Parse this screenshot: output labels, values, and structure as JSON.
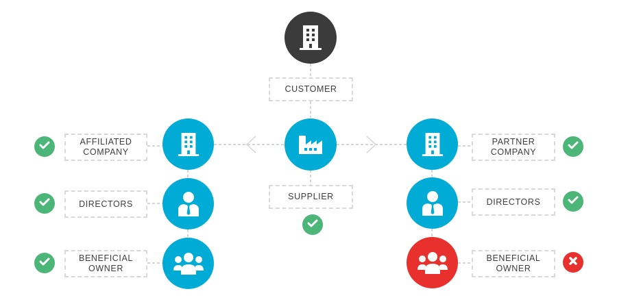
{
  "colors": {
    "customer_node": "#3b3b3b",
    "entity_node": "#00acd6",
    "failed_node": "#e8302d",
    "check_badge": "#4cb679",
    "fail_badge": "#e8302d",
    "connector": "#d5d5d5"
  },
  "center": {
    "customer": {
      "label": "CUSTOMER",
      "icon": "building-icon"
    },
    "supplier": {
      "label": "SUPPLIER",
      "icon": "factory-icon",
      "status": "verified"
    }
  },
  "left": {
    "rows": [
      {
        "label_line1": "AFFILIATED",
        "label_line2": "COMPANY",
        "icon": "building-icon",
        "status": "verified"
      },
      {
        "label_line1": "DIRECTORS",
        "label_line2": "",
        "icon": "director-icon",
        "status": "verified"
      },
      {
        "label_line1": "BENEFICIAL",
        "label_line2": "OWNER",
        "icon": "group-icon",
        "status": "verified"
      }
    ]
  },
  "right": {
    "rows": [
      {
        "label_line1": "PARTNER",
        "label_line2": "COMPANY",
        "icon": "building-icon",
        "status": "verified"
      },
      {
        "label_line1": "DIRECTORS",
        "label_line2": "",
        "icon": "director-icon",
        "status": "verified"
      },
      {
        "label_line1": "BENEFICIAL",
        "label_line2": "OWNER",
        "icon": "group-icon",
        "status": "failed"
      }
    ]
  }
}
